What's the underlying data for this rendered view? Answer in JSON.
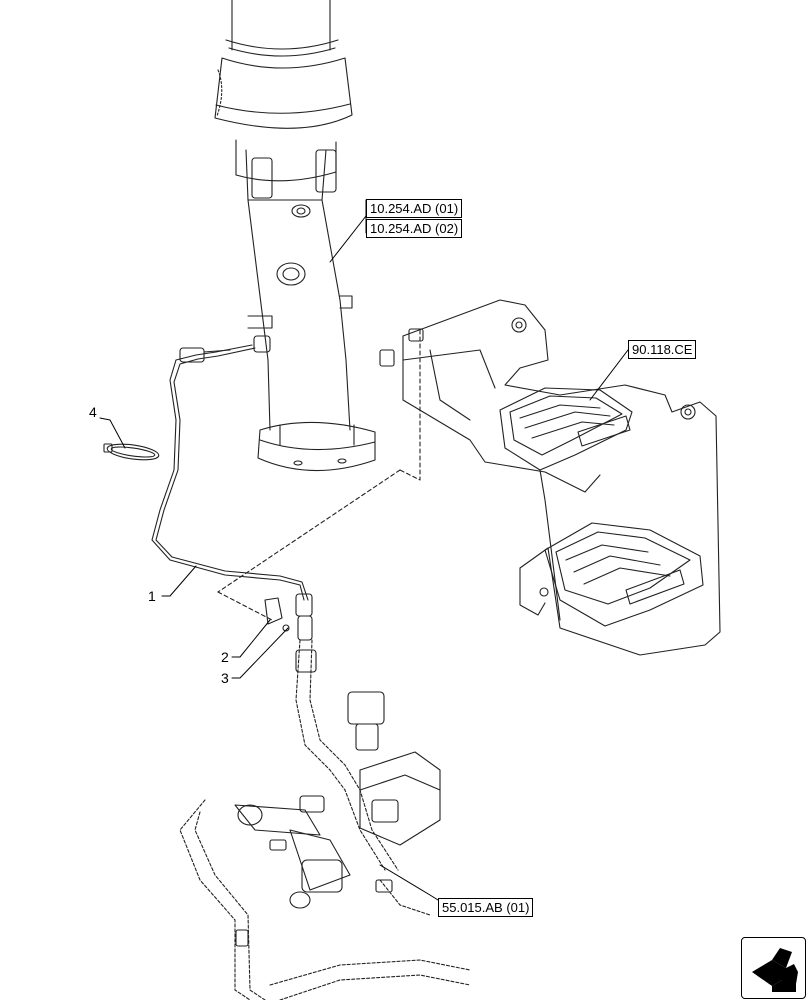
{
  "references": [
    {
      "id": "ref-10254-01",
      "label": "10.254.AD (01)"
    },
    {
      "id": "ref-10254-02",
      "label": "10.254.AD (02)"
    },
    {
      "id": "ref-90118",
      "label": "90.118.CE"
    },
    {
      "id": "ref-55015",
      "label": "55.015.AB (01)"
    }
  ],
  "callouts": [
    {
      "id": "item-1",
      "label": "1"
    },
    {
      "id": "item-2",
      "label": "2"
    },
    {
      "id": "item-3",
      "label": "3"
    },
    {
      "id": "item-4",
      "label": "4"
    }
  ],
  "navigation": {
    "icon": "return-arrow-icon"
  }
}
